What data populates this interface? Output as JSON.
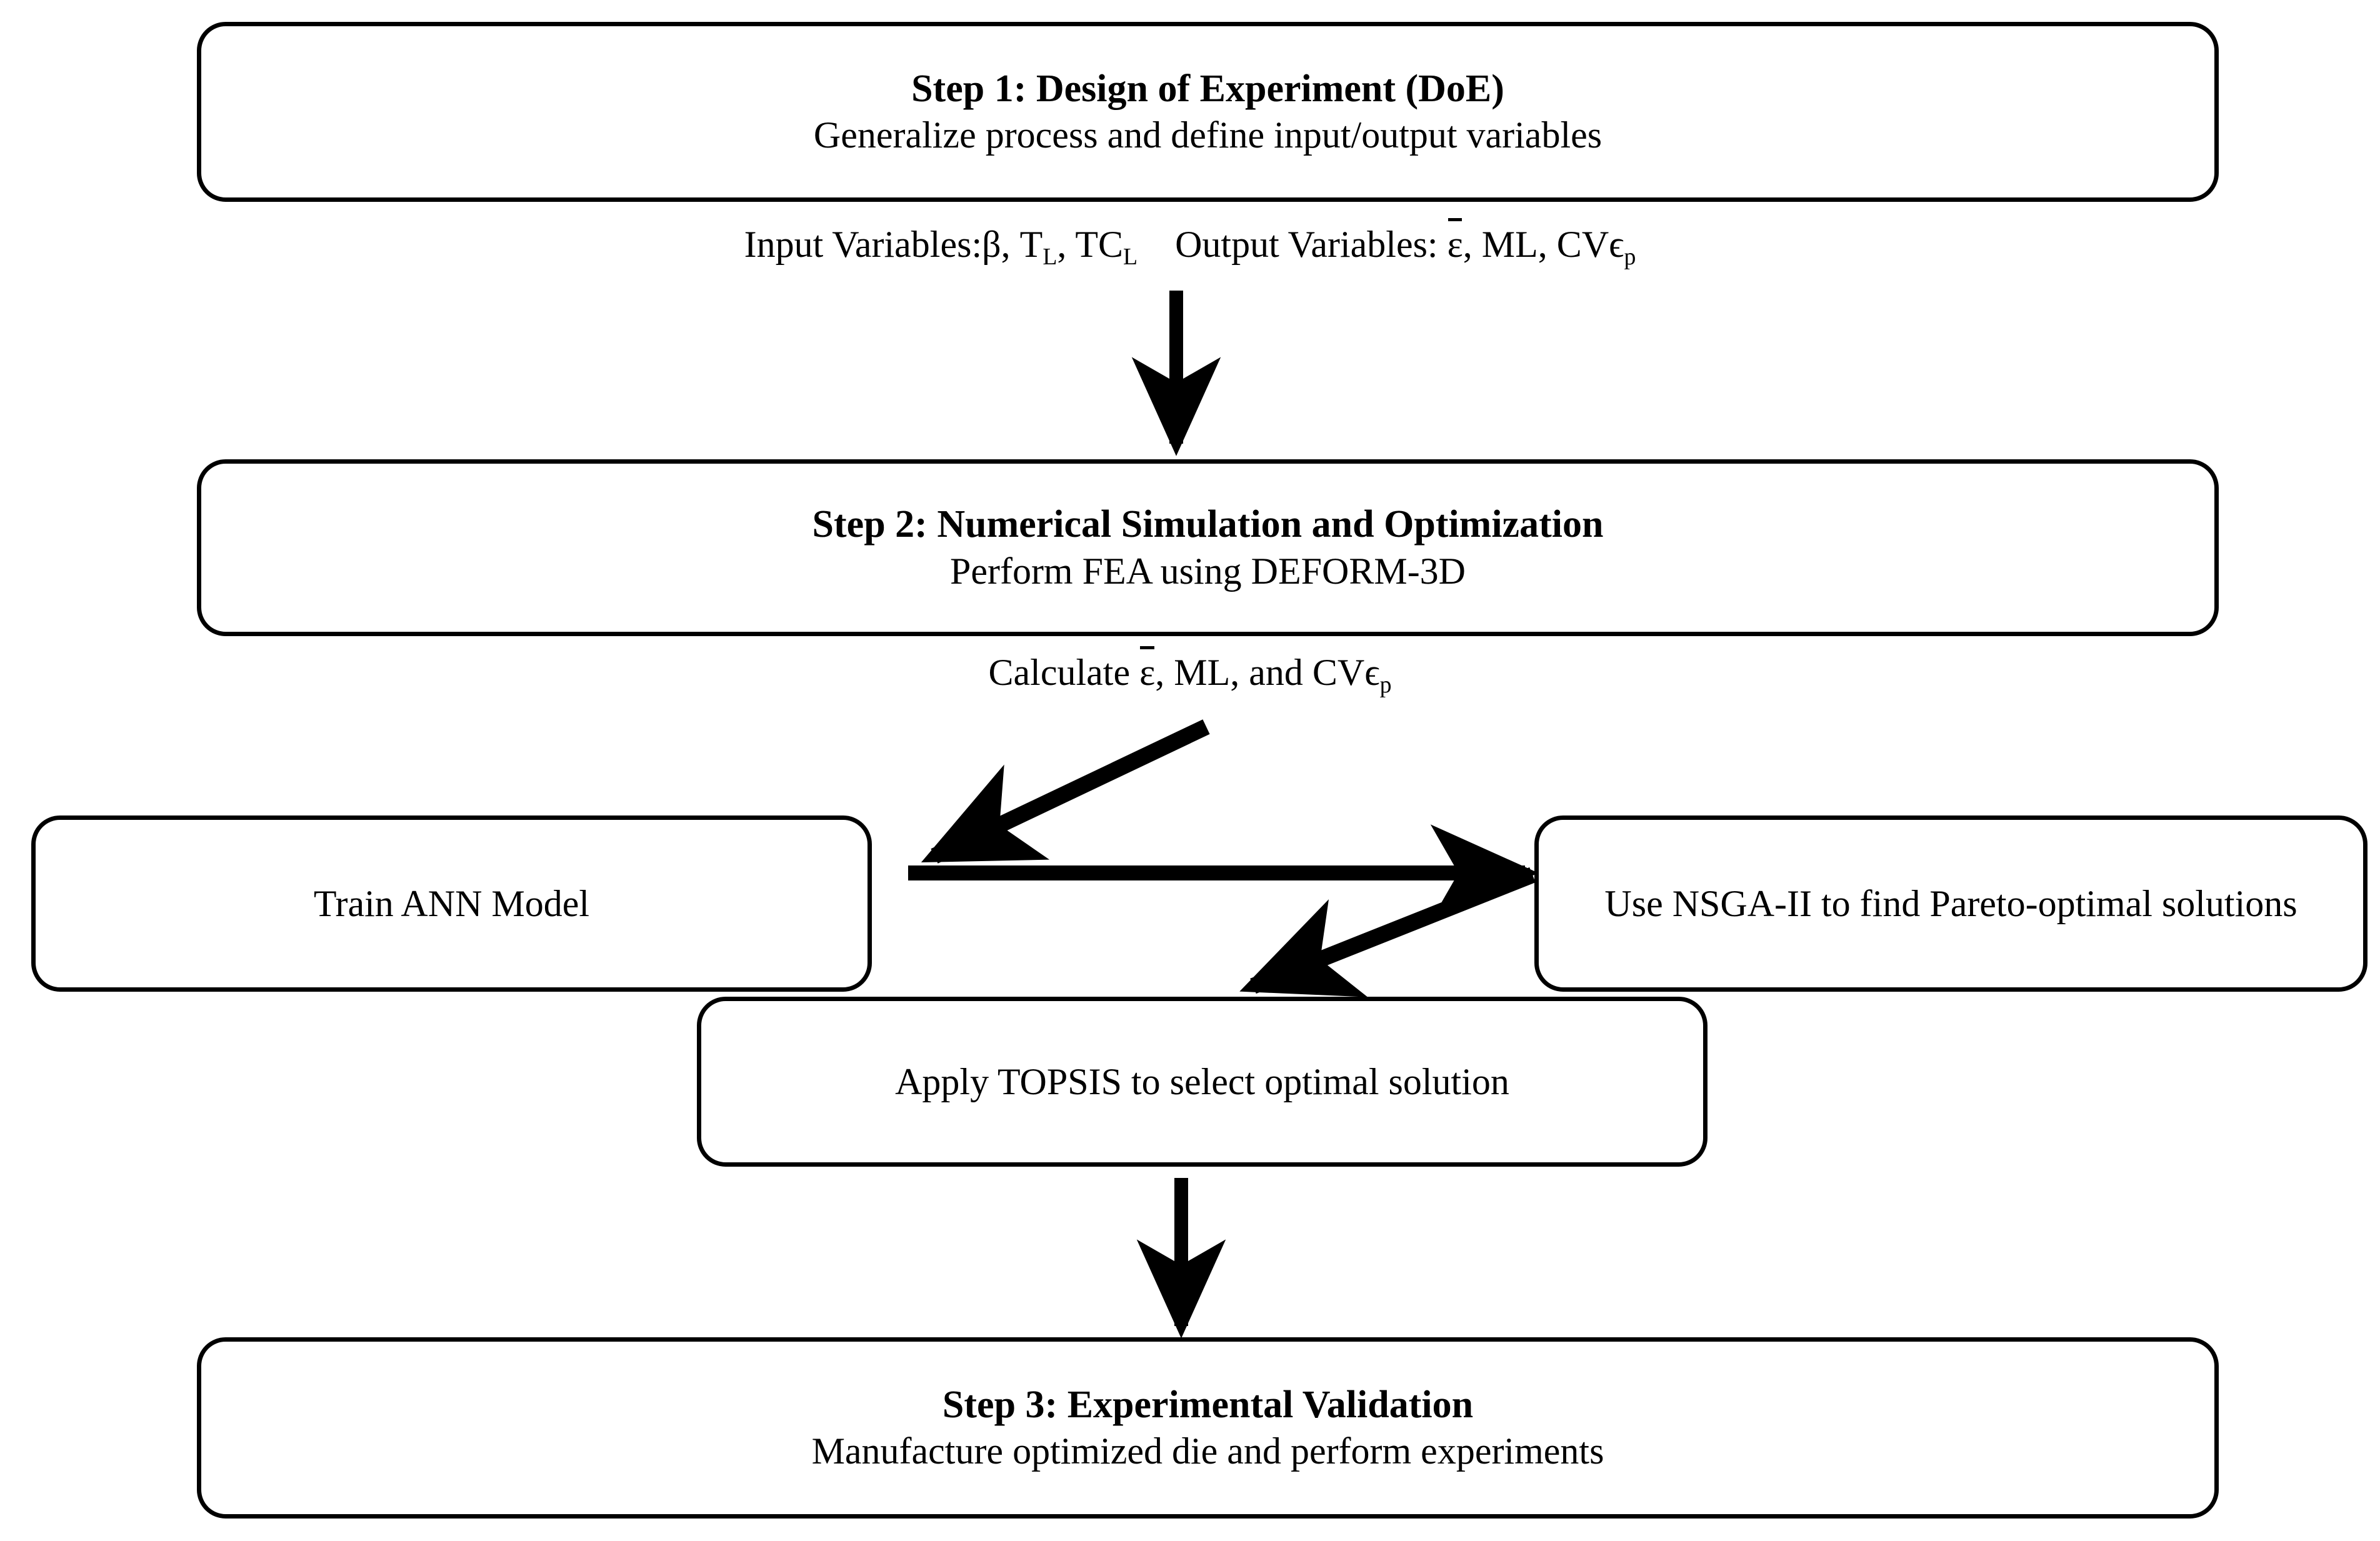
{
  "diagram": {
    "title_semantics": "three-step methodology flowchart",
    "background_color": "#ffffff",
    "line_color": "#000000"
  },
  "nodes": {
    "step1": {
      "title": "Step 1: Design of Experiment (DoE)",
      "subtitle": "Generalize process and define input/output variables"
    },
    "variables_line": {
      "input_label": "Input Variables:",
      "input_vars_pre": "β, T",
      "input_sub_1": "L",
      "input_vars_mid": ", TC",
      "input_sub_2": "L",
      "output_label": "Output Variables:",
      "output_eps_bar": "ε",
      "output_mid": ", ML, CVϵ",
      "output_sub": "p"
    },
    "step2": {
      "title": "Step 2: Numerical Simulation and Optimization",
      "subtitle": "Perform FEA using DEFORM-3D"
    },
    "calculate_line": {
      "prefix": "Calculate ",
      "eps_bar": "ε",
      "mid": ", ML, and CVϵ",
      "sub": "p"
    },
    "train_ann": {
      "label": "Train ANN Model"
    },
    "nsga": {
      "label": "Use NSGA-II to find Pareto-optimal solutions"
    },
    "topsis": {
      "label": "Apply TOPSIS to select optimal solution"
    },
    "step3": {
      "title": "Step 3: Experimental Validation",
      "subtitle": "Manufacture optimized die and perform experiments"
    }
  },
  "edges": [
    {
      "name": "step1-to-step2",
      "from": "step1",
      "to": "step2",
      "direction": "down"
    },
    {
      "name": "step2-to-train-ann",
      "from": "step2",
      "to": "train_ann",
      "direction": "down-left"
    },
    {
      "name": "train-ann-to-nsga",
      "from": "train_ann",
      "to": "nsga",
      "direction": "right"
    },
    {
      "name": "nsga-to-topsis",
      "from": "nsga",
      "to": "topsis",
      "direction": "down-left"
    },
    {
      "name": "topsis-to-step3",
      "from": "topsis",
      "to": "step3",
      "direction": "down"
    }
  ]
}
